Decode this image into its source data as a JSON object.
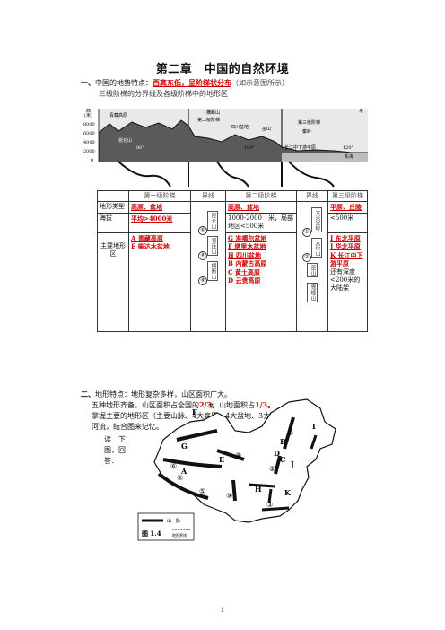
{
  "title": "第二章　中国的自然环境",
  "section1": {
    "num": "一、",
    "lead": "中国的地势特点：",
    "feature": "西高东低，呈阶梯状分布",
    "note": "（如示意图所示）",
    "sub": "三级阶梯的分界线及各级阶梯中的地形区"
  },
  "profile": {
    "y_unit": "(米)",
    "y_ticks": [
      "8000",
      "6000",
      "4000",
      "2000",
      "0"
    ],
    "left_label": "西",
    "right_label": "东",
    "labels": [
      "横断山",
      "青藏高原",
      "四川盆地",
      "第三级阶梯",
      "第二级阶梯",
      "昆仑山",
      "长江中下游平原",
      "120°",
      "巫山",
      "秦岭",
      "100°",
      "80°",
      "东海"
    ]
  },
  "table": {
    "header": [
      "",
      "第一级阶梯",
      "界线",
      "第二级阶梯",
      "界线",
      "第三级阶梯"
    ],
    "row_type": {
      "label": "地形类型",
      "step1": "高原、盆地",
      "step2": "高原、盆地",
      "step3": "平原、丘陵"
    },
    "row_alt": {
      "label": "海拔",
      "step1": "平均>4000米",
      "step2": "1000-2000　米，局部地区<500米",
      "step3": "<500米"
    },
    "row_main": {
      "label": "主要地形区",
      "step1": [
        "A 青藏高原",
        "E 柴达木盆地"
      ],
      "step2": [
        "G 准噶尔盆地",
        "F 塔里木盆地",
        "H 四川盆地",
        "B 内蒙古高原",
        "C 黄土高原",
        "D 云贵高原"
      ],
      "step3": [
        "I 东北平原",
        "J 华北平原",
        "K 长江中下游平原"
      ],
      "step3_note": "还有深度<200米的大陆架"
    },
    "line1": [
      "⑥",
      "昆仑山",
      "⑧",
      "祁连山",
      "⑨",
      "横断山"
    ],
    "line2": [
      "①",
      "大兴安岭",
      "②",
      "太行山",
      "巫山",
      "雪峰山"
    ]
  },
  "section2": {
    "num": "二、",
    "lead": "地形特点：地形复杂多样，山区面积广大。",
    "p1a": "五种地形齐备，山区面积占全国的",
    "p1b": "2/3，",
    "p1c": "山地面积占",
    "p1d": "1/3。",
    "p2": "掌握主要的地形区（主要山脉、4大高原、4大盆地、3大平原），主要",
    "p3": "河流，结合图来记忆。",
    "read1": "读　下",
    "read2": "图，回",
    "read3": "答："
  },
  "map": {
    "caption": "图 1.4",
    "legend1": "山　脉",
    "legend2": "地形界线",
    "letters": [
      "F",
      "G",
      "E",
      "A",
      "B",
      "C",
      "D",
      "H",
      "I",
      "J",
      "K"
    ],
    "numbers": [
      "⑦",
      "⑥",
      "⑤",
      "④",
      "⑧",
      "⑨",
      "①",
      "②",
      "③"
    ]
  },
  "page_number": "1"
}
